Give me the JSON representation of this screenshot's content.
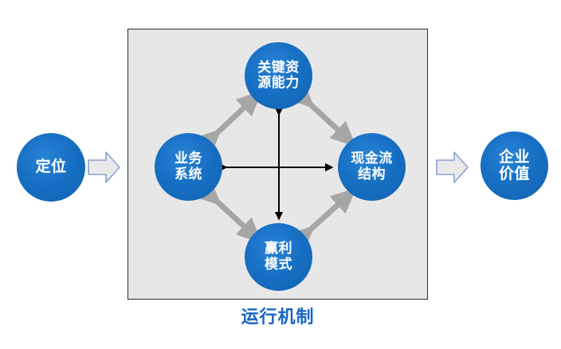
{
  "diagram": {
    "title_caption": "运行机制",
    "caption_color": "#1565c8",
    "circle_color": "#1770c4",
    "box_fill": "#e7e7e7",
    "box_border": "#2b2b2b",
    "connector_gray": "#a6a6a6",
    "connector_black": "#000000",
    "block_arrow_fill": "#e9e9e9",
    "block_arrow_stroke": "#8ea0d0",
    "flow": {
      "input": {
        "label": "定位"
      },
      "output": {
        "label": "企业价值",
        "label_lines": "企业\n价值"
      }
    },
    "mechanism": {
      "nodes": [
        {
          "id": "key-resource",
          "label": "关键资源能力",
          "label_lines": "关键资\n源能力",
          "position": "top"
        },
        {
          "id": "business-system",
          "label": "业务系统",
          "label_lines": "业务\n系统",
          "position": "left"
        },
        {
          "id": "cashflow-structure",
          "label": "现金流结构",
          "label_lines": "现金流\n结构",
          "position": "right"
        },
        {
          "id": "profit-model",
          "label": "赢利模式",
          "label_lines": "赢利\n模式",
          "position": "bottom"
        }
      ],
      "connections": [
        {
          "from": "business-system",
          "to": "key-resource",
          "style": "gray-double-arrow"
        },
        {
          "from": "key-resource",
          "to": "cashflow-structure",
          "style": "gray-double-arrow"
        },
        {
          "from": "business-system",
          "to": "profit-model",
          "style": "gray-double-arrow"
        },
        {
          "from": "profit-model",
          "to": "cashflow-structure",
          "style": "gray-double-arrow"
        },
        {
          "from": "business-system",
          "to": "cashflow-structure",
          "style": "black-double-arrow"
        },
        {
          "from": "key-resource",
          "to": "profit-model",
          "style": "black-double-arrow"
        }
      ]
    },
    "flow_arrows": [
      {
        "id": "positioning-to-mechanism",
        "direction": "right"
      },
      {
        "id": "mechanism-to-value",
        "direction": "right"
      }
    ]
  }
}
